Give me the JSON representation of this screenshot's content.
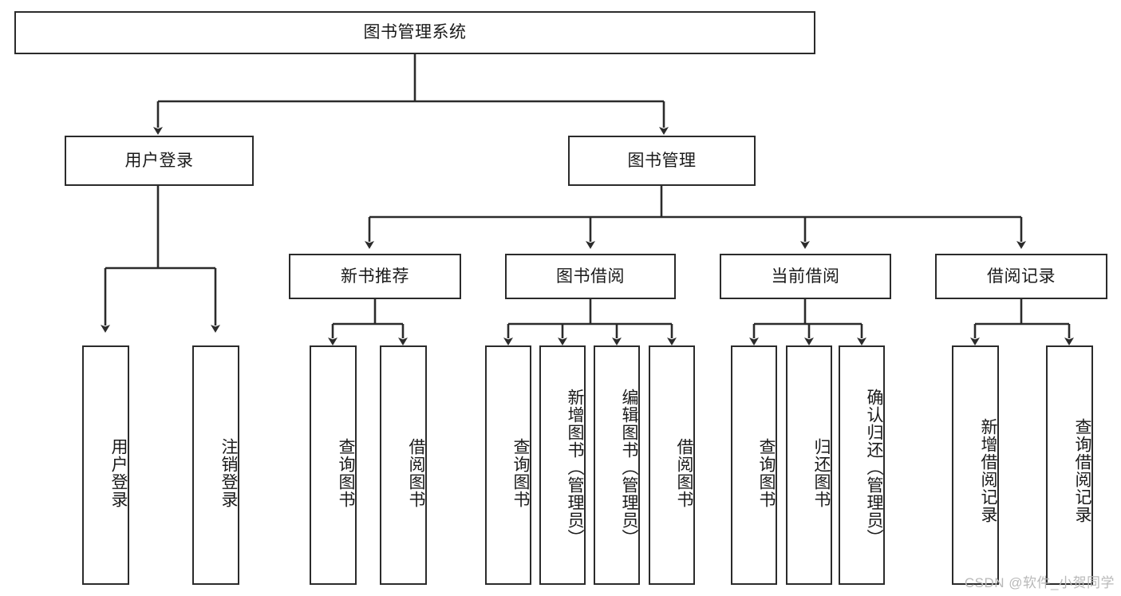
{
  "diagram": {
    "title": "图书管理系统",
    "type": "function-tree",
    "colors": {
      "stroke": "#2b2b2b",
      "fill": "#ffffff",
      "text": "#1a1a1a",
      "watermark": "#b9b9b9"
    },
    "nodes": {
      "root": {
        "label": "图书管理系统",
        "level": 0
      },
      "login": {
        "label": "用户登录",
        "level": 1
      },
      "book_mgmt": {
        "label": "图书管理",
        "level": 1
      },
      "new_book_rec": {
        "label": "新书推荐",
        "level": 2
      },
      "book_borrow": {
        "label": "图书借阅",
        "level": 2
      },
      "current_borrow": {
        "label": "当前借阅",
        "level": 2
      },
      "borrow_record": {
        "label": "借阅记录",
        "level": 2
      },
      "leaf_user_login": {
        "label": "用户登录",
        "level": 3
      },
      "leaf_logout": {
        "label": "注销登录",
        "level": 3
      },
      "leaf_query_book_1": {
        "label": "查询图书",
        "level": 3
      },
      "leaf_borrow_book_1": {
        "label": "借阅图书",
        "level": 3
      },
      "leaf_query_book_2": {
        "label": "查询图书",
        "level": 3
      },
      "leaf_add_book": {
        "label": "新增图书（管理员）",
        "level": 3
      },
      "leaf_edit_book": {
        "label": "编辑图书（管理员）",
        "level": 3
      },
      "leaf_borrow_book_2": {
        "label": "借阅图书",
        "level": 3
      },
      "leaf_query_book_3": {
        "label": "查询图书",
        "level": 3
      },
      "leaf_return_book": {
        "label": "归还图书",
        "level": 3
      },
      "leaf_confirm_return": {
        "label": "确认归还（管理员）",
        "level": 3
      },
      "leaf_add_record": {
        "label": "新增借阅记录",
        "level": 3
      },
      "leaf_query_record": {
        "label": "查询借阅记录",
        "level": 3
      }
    },
    "edges": [
      {
        "from": "root",
        "to": "login"
      },
      {
        "from": "root",
        "to": "book_mgmt"
      },
      {
        "from": "login",
        "to": "leaf_user_login"
      },
      {
        "from": "login",
        "to": "leaf_logout"
      },
      {
        "from": "book_mgmt",
        "to": "new_book_rec"
      },
      {
        "from": "book_mgmt",
        "to": "book_borrow"
      },
      {
        "from": "book_mgmt",
        "to": "current_borrow"
      },
      {
        "from": "book_mgmt",
        "to": "borrow_record"
      },
      {
        "from": "new_book_rec",
        "to": "leaf_query_book_1"
      },
      {
        "from": "new_book_rec",
        "to": "leaf_borrow_book_1"
      },
      {
        "from": "book_borrow",
        "to": "leaf_query_book_2"
      },
      {
        "from": "book_borrow",
        "to": "leaf_add_book"
      },
      {
        "from": "book_borrow",
        "to": "leaf_edit_book"
      },
      {
        "from": "book_borrow",
        "to": "leaf_borrow_book_2"
      },
      {
        "from": "current_borrow",
        "to": "leaf_query_book_3"
      },
      {
        "from": "current_borrow",
        "to": "leaf_return_book"
      },
      {
        "from": "current_borrow",
        "to": "leaf_confirm_return"
      },
      {
        "from": "borrow_record",
        "to": "leaf_add_record"
      },
      {
        "from": "borrow_record",
        "to": "leaf_query_record"
      }
    ]
  },
  "watermark": {
    "text": "CSDN @软件_小贺同学"
  }
}
